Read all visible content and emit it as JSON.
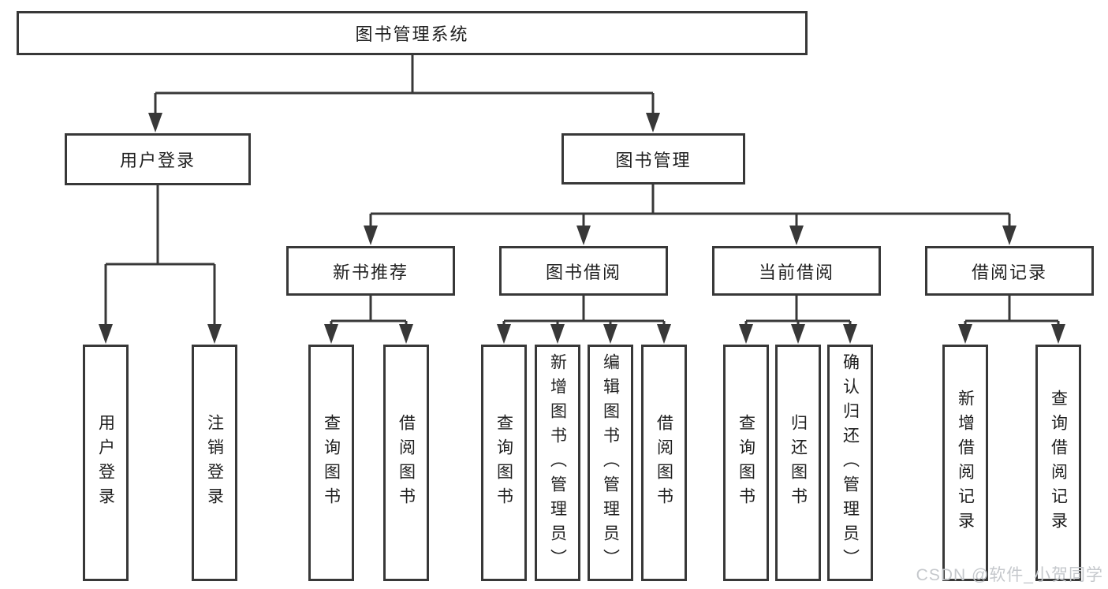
{
  "diagram": {
    "root": {
      "label": "图书管理系统"
    },
    "branches": [
      {
        "label": "用户登录",
        "children": [
          {
            "label": "用户登录"
          },
          {
            "label": "注销登录"
          }
        ]
      },
      {
        "label": "图书管理",
        "children": [
          {
            "label": "新书推荐",
            "children": [
              {
                "label": "查询图书"
              },
              {
                "label": "借阅图书"
              }
            ]
          },
          {
            "label": "图书借阅",
            "children": [
              {
                "label": "查询图书"
              },
              {
                "label": "新增图书（管理员）"
              },
              {
                "label": "编辑图书（管理员）"
              },
              {
                "label": "借阅图书"
              }
            ]
          },
          {
            "label": "当前借阅",
            "children": [
              {
                "label": "查询图书"
              },
              {
                "label": "归还图书"
              },
              {
                "label": "确认归还（管理员）"
              }
            ]
          },
          {
            "label": "借阅记录",
            "children": [
              {
                "label": "新增借阅记录"
              },
              {
                "label": "查询借阅记录"
              }
            ]
          }
        ]
      }
    ]
  },
  "watermark": {
    "text": "CSDN @软件_小贺同学"
  },
  "colors": {
    "line": "#383838",
    "text": "#202020",
    "background": "#ffffff",
    "watermark": "#c5c8cc"
  }
}
